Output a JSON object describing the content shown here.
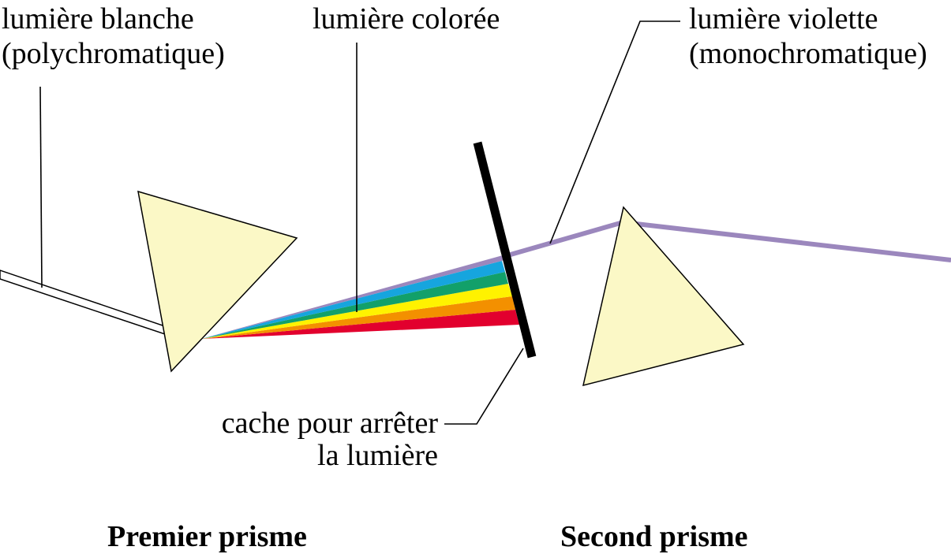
{
  "labels": {
    "white_light_line1": "lumière blanche",
    "white_light_line2": "(polychromatique)",
    "colored_light": "lumière colorée",
    "violet_light_line1": "lumière violette",
    "violet_light_line2": "(monochromatique)",
    "screen_line1": "cache pour arrêter",
    "screen_line2": "la lumière",
    "first_prism": "Premier prisme",
    "second_prism": "Second prisme"
  },
  "colors": {
    "prism_fill": "#fbf8c6",
    "violet": "#9b87bd",
    "blue": "#16a5de",
    "green": "#12a06a",
    "yellow": "#fff200",
    "orange": "#f39000",
    "red": "#e2002e",
    "screen": "#000000",
    "white_beam": "#ffffff"
  }
}
